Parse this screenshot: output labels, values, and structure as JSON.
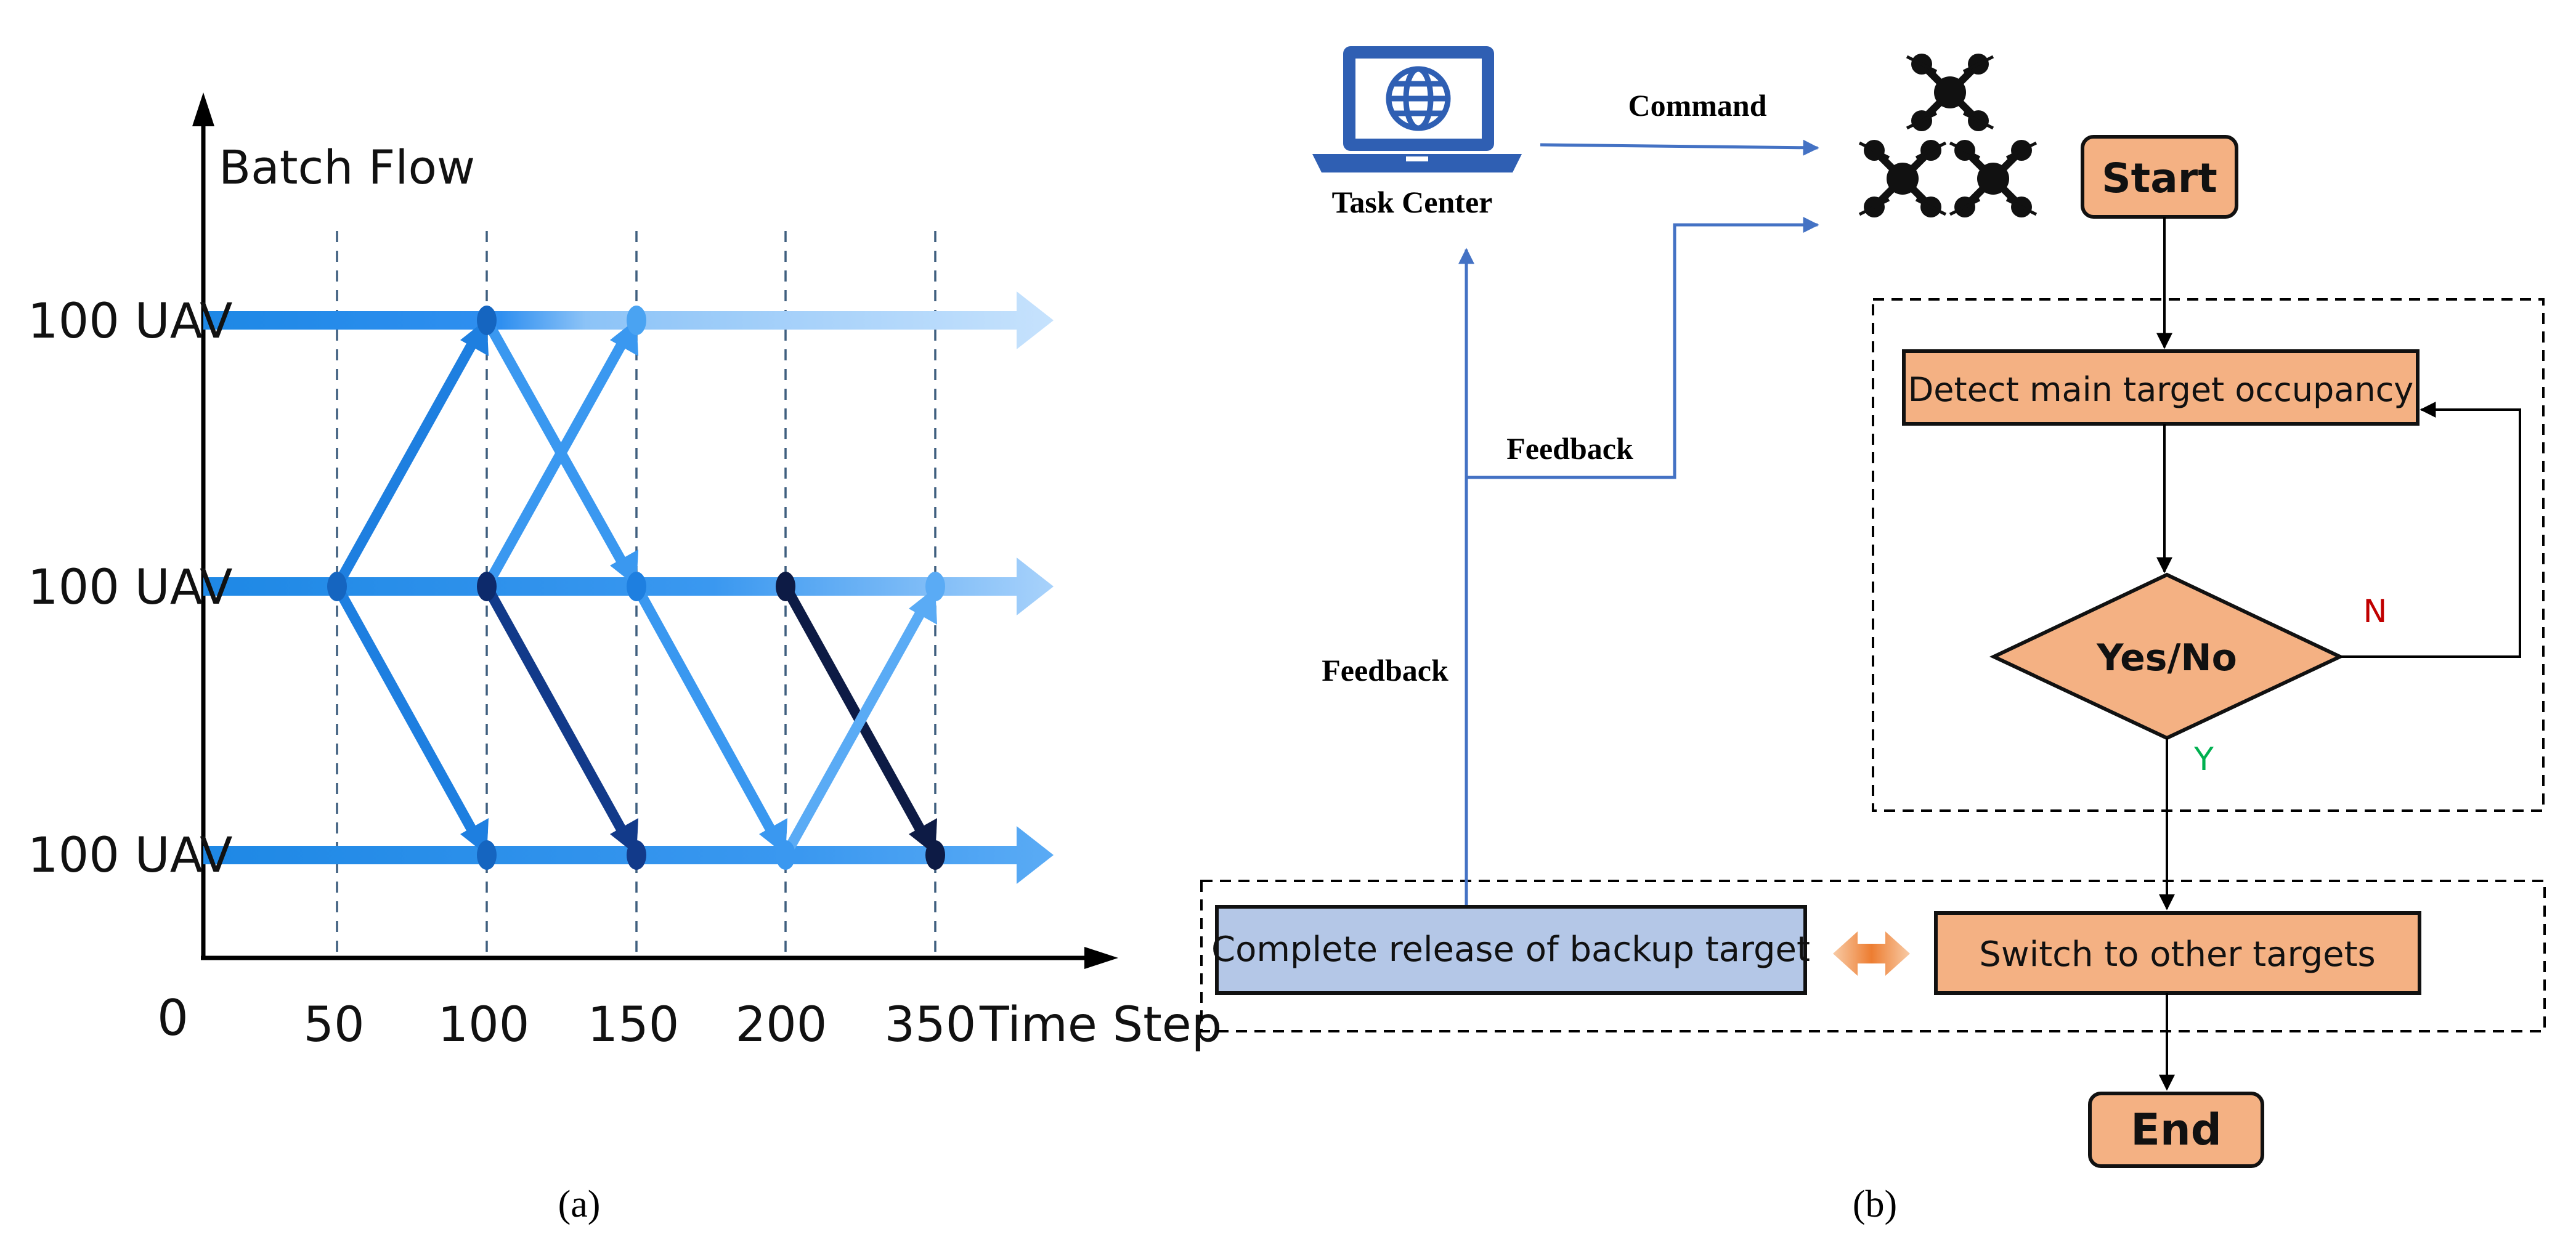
{
  "panel_a": {
    "caption": "(a)",
    "y_axis_label": "Batch Flow",
    "x_axis_label": "Time Step",
    "origin_label": "0",
    "row_labels": [
      "100 UAV",
      "100 UAV",
      "100 UAV"
    ],
    "x_ticks": [
      "50",
      "100",
      "150",
      "200",
      "350"
    ]
  },
  "panel_b": {
    "caption": "(b)",
    "task_center_label": "Task Center",
    "command_label": "Command",
    "feedback_upper_label": "Feedback",
    "feedback_lower_label": "Feedback",
    "start_label": "Start",
    "detect_label": "Detect main target occupancy",
    "decision_label": "Yes/No",
    "no_label": "N",
    "yes_label": "Y",
    "switch_label": "Switch to other targets",
    "release_label": "Complete release of backup target",
    "end_label": "End"
  },
  "colors": {
    "flow_blue": "#1e88e5",
    "light_blue": "#b3d8fb",
    "dark_navy": "#0d1b45",
    "navy": "#123a8a",
    "orange_fill": "#f4b183",
    "release_fill": "#b4c7e7",
    "line_blue": "#4472c4",
    "no_red": "#c00000",
    "yes_green": "#00b050"
  }
}
